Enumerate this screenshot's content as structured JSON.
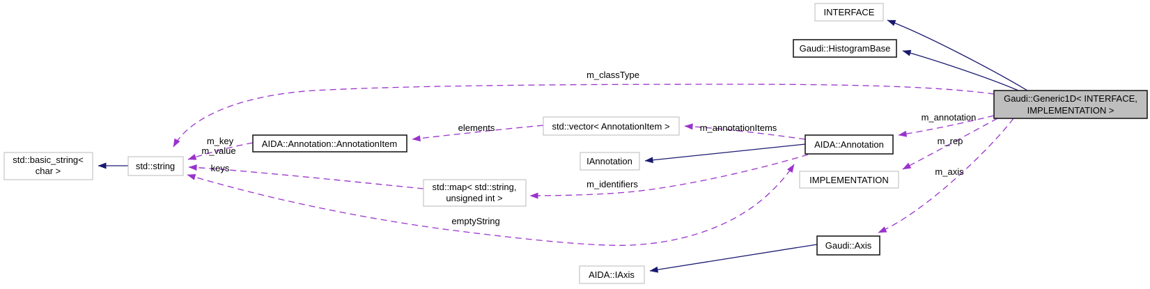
{
  "diagram_title": "Gaudi::Generic1D collaboration diagram",
  "nodes": {
    "interface": {
      "label": "INTERFACE"
    },
    "histogram_base": {
      "label": "Gaudi::HistogramBase"
    },
    "generic1d": {
      "line1": "Gaudi::Generic1D< INTERFACE,",
      "line2": "IMPLEMENTATION >"
    },
    "vector_annotation_item": {
      "label": "std::vector< AnnotationItem >"
    },
    "iannotation": {
      "label": "IAnnotation"
    },
    "aida_annotation": {
      "label": "AIDA::Annotation"
    },
    "implementation": {
      "label": "IMPLEMENTATION"
    },
    "annotation_item": {
      "label": "AIDA::Annotation::AnnotationItem"
    },
    "basic_string": {
      "line1": "std::basic_string<",
      "line2": "char >"
    },
    "std_string": {
      "label": "std::string"
    },
    "std_map": {
      "line1": "std::map< std::string,",
      "line2": "unsigned int >"
    },
    "gaudi_axis": {
      "label": "Gaudi::Axis"
    },
    "aida_iaxis": {
      "label": "AIDA::IAxis"
    }
  },
  "edge_labels": {
    "m_class_type": "m_classType",
    "m_annotation": "m_annotation",
    "m_rep": "m_rep",
    "m_axis": "m_axis",
    "m_annotation_items": "m_annotationItems",
    "elements": "elements",
    "m_key": "m_key",
    "m_value": "m_value",
    "keys": "keys",
    "m_identifiers": "m_identifiers",
    "empty_string": "emptyString"
  },
  "colors": {
    "inheritance_edge": "#191970",
    "usage_edge": "#9a32cd",
    "focus_node_fill": "#bebebe",
    "dark_border": "#1a1a1a",
    "light_border": "#b9b9b9",
    "background": "#ffffff"
  }
}
